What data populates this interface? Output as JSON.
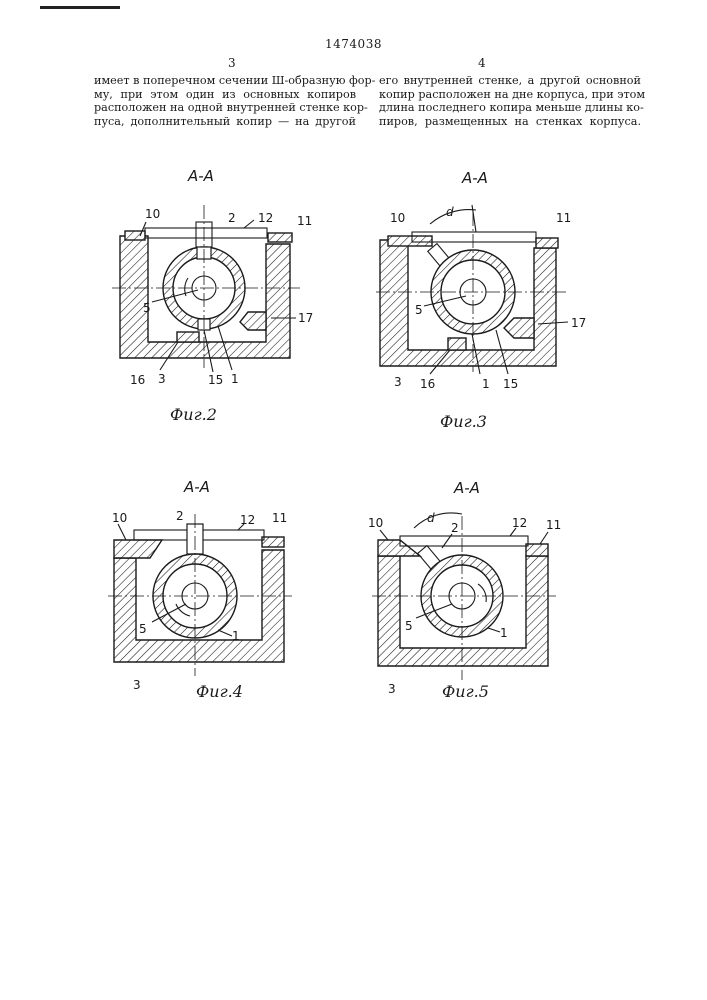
{
  "patent_number": "1474038",
  "column_left_number": "3",
  "column_right_number": "4",
  "left_text": [
    "имеет в поперечном сечении Ш-образную фор-",
    "му, при этом один из основных копиров",
    "расположен на одной внутренней стенке кор-",
    "пуса, дополнительный копир — на другой"
  ],
  "right_text": [
    "его внутренней стенке, а другой основной",
    "копир расположен на дне корпуса, при этом",
    "длина последнего копира меньше длины ко-",
    "пиров, размещенных на стенках корпуса."
  ],
  "figures": [
    {
      "section": "А-А",
      "caption": "Фиг.2",
      "labels": [
        "10",
        "2",
        "12",
        "11",
        "5",
        "17",
        "16",
        "3",
        "15",
        "1"
      ]
    },
    {
      "section": "А-А",
      "caption": "Фиг.3",
      "labels": [
        "d",
        "10",
        "11",
        "5",
        "17",
        "3",
        "16",
        "1",
        "15"
      ]
    },
    {
      "section": "А-А",
      "caption": "Фиг.4",
      "labels": [
        "10",
        "2",
        "12",
        "11",
        "5",
        "1",
        "3"
      ]
    },
    {
      "section": "А-А",
      "caption": "Фиг.5",
      "labels": [
        "d",
        "10",
        "2",
        "12",
        "11",
        "5",
        "1",
        "3"
      ]
    }
  ]
}
